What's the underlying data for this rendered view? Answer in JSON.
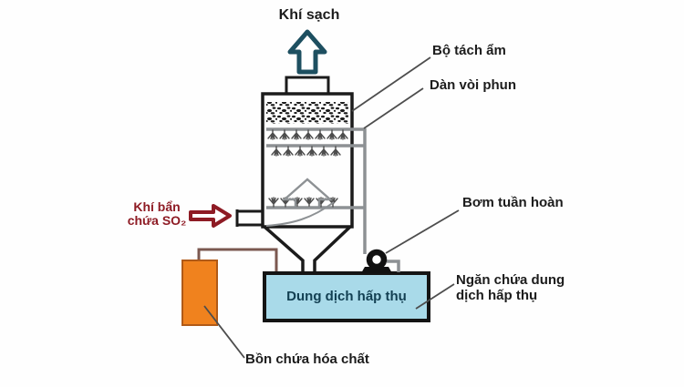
{
  "diagram": {
    "labels": {
      "clean_gas": "Khí sạch",
      "mist_separator": "Bộ tách ẩm",
      "spray_nozzles": "Dàn vòi phun",
      "dirty_gas_line1": "Khí bẩn",
      "dirty_gas_line2": "chứa SO₂",
      "circulation_pump": "Bơm tuần hoàn",
      "absorption_solution": "Dung dịch hấp thụ",
      "solution_compartment_line1": "Ngăn chứa dung",
      "solution_compartment_line2": "dịch hấp thụ",
      "chemical_tank": "Bồn chứa hóa chất"
    },
    "colors": {
      "clean_gas_arrow": "#1d4f60",
      "dirty_gas_arrow": "#8e1b24",
      "dirty_gas_text": "#8e1b24",
      "solution_fill": "#a9dae9",
      "solution_text": "#123f52",
      "chemical_tank_fill": "#f0821e",
      "chemical_tank_border": "#b05a17",
      "pipe_gray": "#8d9194",
      "pipe_brown": "#7b5850",
      "outline_black": "#1b1b1b",
      "leader_line": "#4d4d4d",
      "label_text": "#1c1c1c"
    }
  }
}
